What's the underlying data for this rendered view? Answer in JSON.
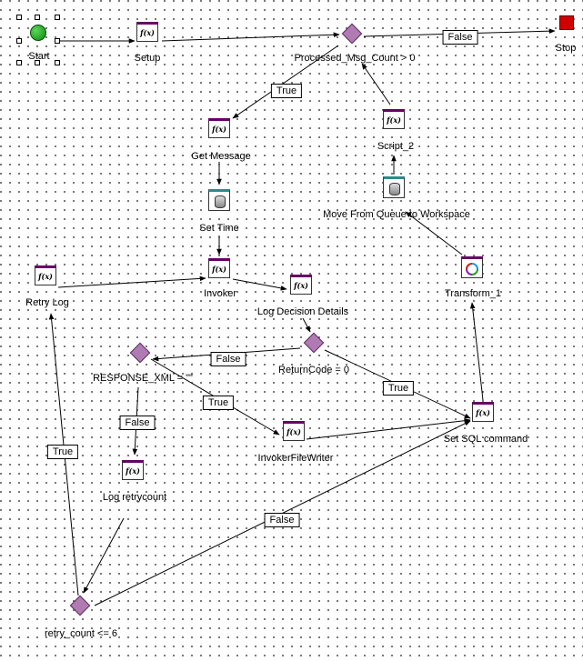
{
  "nodes": {
    "start": "Start",
    "setup": "Setup",
    "processed_msg_count": "Processed_Msg_Count > 0",
    "stop": "Stop",
    "get_message": "Get Message",
    "set_time": "Set Time",
    "script_2": "Script_2",
    "move_from_queue": "Move From Queue to Workspace",
    "retry_log": "Retry Log",
    "invoker": "Invoker",
    "log_decision_details": "Log Decision Details",
    "transform_1": "Transform_1",
    "response_xml": "RESPONSE_XML = \"\"",
    "return_code": "ReturnCode = 0",
    "invoker_file_writer": "InvokerFileWriter",
    "set_sql_command": "Set SQL command",
    "log_retrycount": "Log retrycount",
    "retry_count": "retry_count <= 6"
  },
  "edges": {
    "processed_false": "False",
    "processed_true": "True",
    "returncode_false": "False",
    "returncode_true": "True",
    "response_false": "False",
    "response_true": "True",
    "retry_true": "True",
    "retry_false": "False"
  },
  "icons": {
    "function": "f(x)",
    "queue": "database-cylinder",
    "transform": "transform-arrows"
  }
}
